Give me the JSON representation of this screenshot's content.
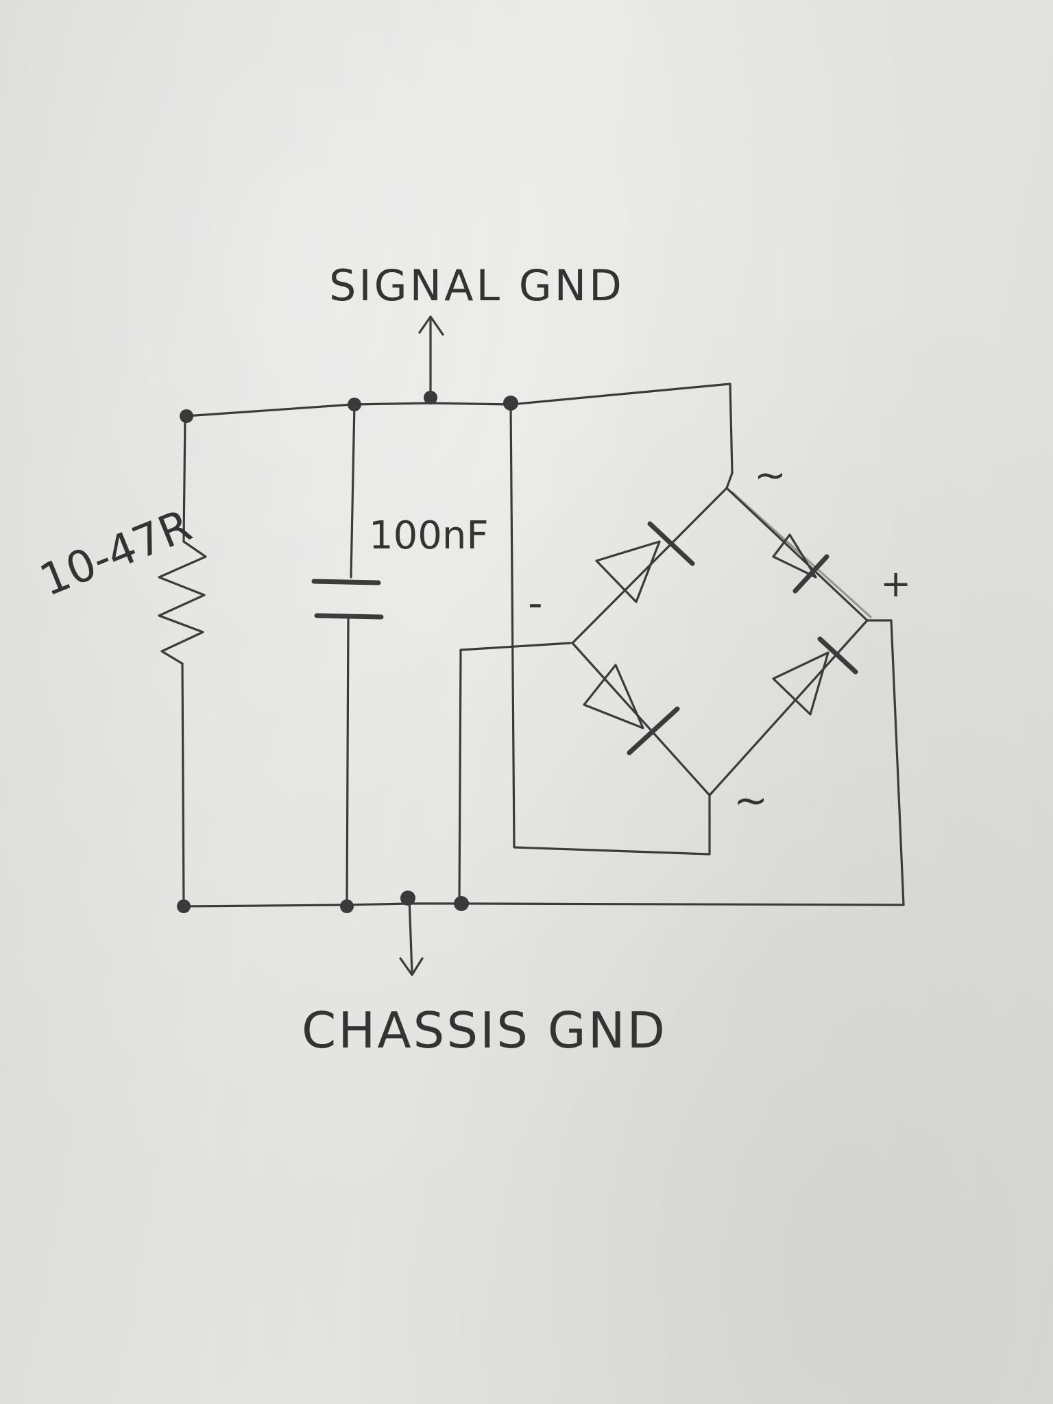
{
  "labels": {
    "signal_gnd": "SIGNAL GND",
    "chassis_gnd": "CHASSIS GND",
    "resistor_value": "10-47R",
    "capacitor_value": "100nF",
    "bridge_minus": "-",
    "bridge_plus": "+",
    "ac_top": "~",
    "ac_bottom": "~"
  },
  "components": {
    "resistor": "resistor",
    "capacitor": "capacitor",
    "bridge_rectifier": "4-diode bridge rectifier"
  },
  "colors": {
    "paper": "#e2e2e0",
    "pencil": "#3b3b3b"
  }
}
